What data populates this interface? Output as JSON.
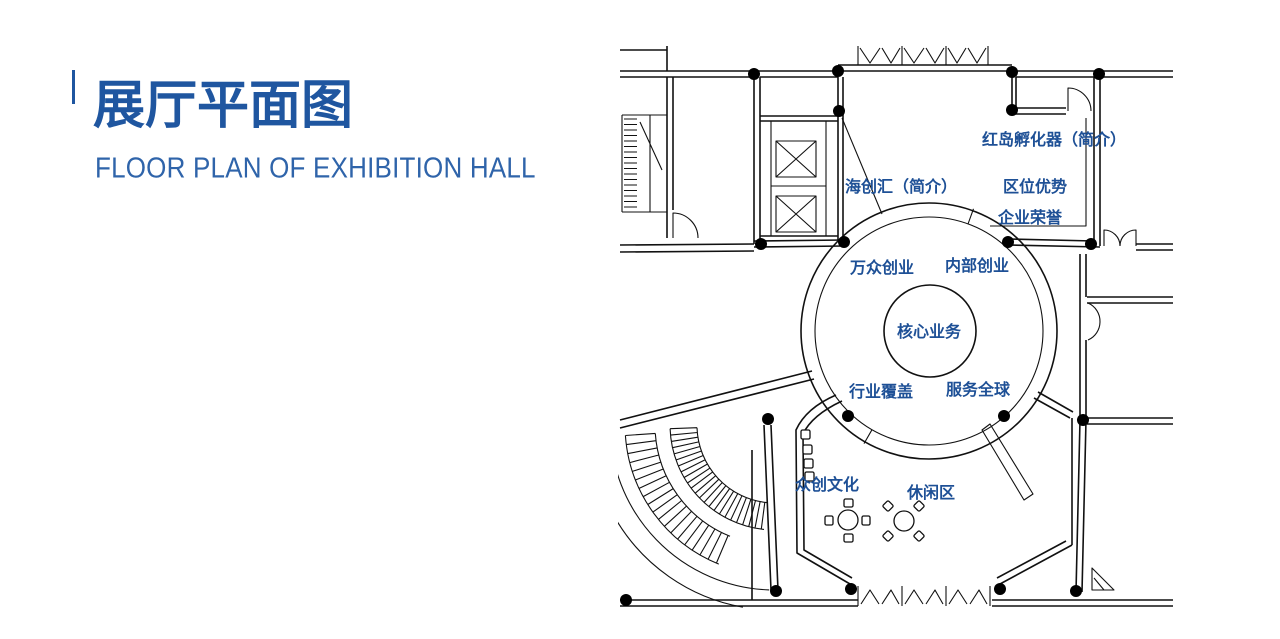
{
  "theme": {
    "title_color": "#1f56a0",
    "subtitle_color": "#2f64aa",
    "label_color": "#1e5096",
    "line_color": "#111111"
  },
  "header": {
    "title": "展厅平面图",
    "subtitle": "FLOOR PLAN OF EXHIBITION HALL"
  },
  "floor_plan": {
    "areas": {
      "hongdao_incubator": "红岛孵化器（简介）",
      "haichuanghui": "海创汇（简介）",
      "location_advantage": "区位优势",
      "enterprise_honors": "企业荣誉",
      "mass_entrepreneurship": "万众创业",
      "internal_entrepreneurship": "内部创业",
      "core_business": "核心业务",
      "industry_coverage": "行业覆盖",
      "global_service": "服务全球",
      "maker_culture": "众创文化",
      "leisure_area": "休闲区"
    }
  }
}
